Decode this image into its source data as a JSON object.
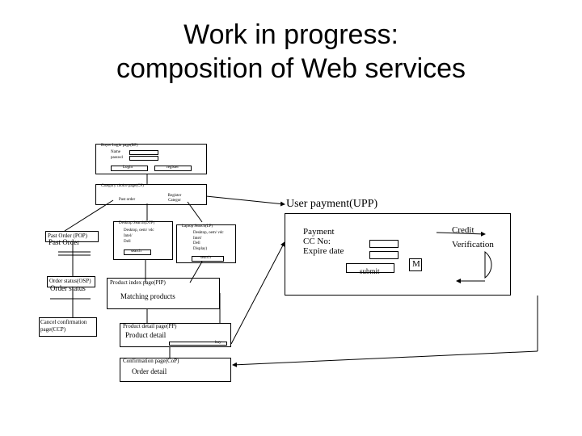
{
  "title": {
    "line1": "Work in progress:",
    "line2": "composition of Web services"
  },
  "diagram": {
    "buyer_login": {
      "title": "Buyer Login page(BP)",
      "field1": "Name",
      "field2": "passwd",
      "btn1": "Login",
      "btn2": "register"
    },
    "category": {
      "title": "Category choice page(CP)",
      "left_label": "Past order",
      "right_label": "Register Categor"
    },
    "desktop_search": {
      "title": "Desktop Search(DTP)",
      "lines": [
        "Desktop, oem/ vdc",
        "Intel/",
        "Dell"
      ],
      "btn": "search"
    },
    "laptop_search": {
      "title": "Laptop Search(LP)",
      "lines": [
        "Desktop, oem/ vdc",
        "Intel/",
        "Dell",
        "Display)"
      ],
      "btn": "search"
    },
    "past_order": {
      "title": "Past Order (POP)",
      "label": "Past Order"
    },
    "order_status": {
      "title": "Order status(OSP)",
      "label": "Order status"
    },
    "cancel": {
      "title": "Cancel confirmation page(CCP)"
    },
    "product_index": {
      "title": "Product index page(PIP)",
      "label": "Matching products"
    },
    "product_detail": {
      "title": "Product detail page(PP)",
      "label": "Product detail",
      "btn": "buy"
    },
    "confirmation": {
      "title": "Confirmation page(CoP)",
      "label": "Order detail"
    },
    "user_payment": {
      "title": "User payment(UPP)",
      "payment": "Payment",
      "cc": "CC No:",
      "expire": "Expire date",
      "submit": "submit",
      "credit1": "Credit",
      "credit2": "Verification",
      "m": "M"
    }
  }
}
